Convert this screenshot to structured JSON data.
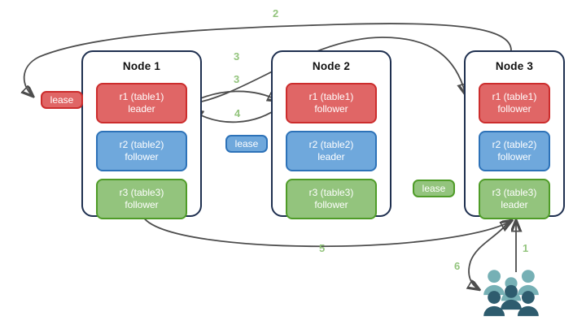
{
  "diagram": {
    "title": "Distributed database lease and range replica routing diagram",
    "colors": {
      "range_red": "#e06666",
      "range_red_border": "#cc2d2d",
      "range_blue": "#6fa8dc",
      "range_blue_border": "#2d72b8",
      "range_green": "#93c47d",
      "range_green_border": "#4f9c28",
      "node_border": "#1f3050",
      "arrow": "#4d4d4d",
      "step_label": "#93c47d",
      "people_back": "#76b0b5",
      "people_front": "#2e5c6e"
    }
  },
  "nodes": [
    {
      "id": "node-1",
      "title": "Node 1",
      "ranges": [
        {
          "id": "r1",
          "line1": "r1 (table1)",
          "line2": "leader",
          "color": "red"
        },
        {
          "id": "r2",
          "line1": "r2 (table2)",
          "line2": "follower",
          "color": "blue"
        },
        {
          "id": "r3",
          "line1": "r3 (table3)",
          "line2": "follower",
          "color": "green"
        }
      ]
    },
    {
      "id": "node-2",
      "title": "Node 2",
      "ranges": [
        {
          "id": "r1",
          "line1": "r1 (table1)",
          "line2": "follower",
          "color": "red"
        },
        {
          "id": "r2",
          "line1": "r2 (table2)",
          "line2": "leader",
          "color": "blue"
        },
        {
          "id": "r3",
          "line1": "r3 (table3)",
          "line2": "follower",
          "color": "green"
        }
      ]
    },
    {
      "id": "node-3",
      "title": "Node 3",
      "ranges": [
        {
          "id": "r1",
          "line1": "r1 (table1)",
          "line2": "follower",
          "color": "red"
        },
        {
          "id": "r2",
          "line1": "r2 (table2)",
          "line2": "follower",
          "color": "blue"
        },
        {
          "id": "r3",
          "line1": "r3 (table3)",
          "line2": "leader",
          "color": "green"
        }
      ]
    }
  ],
  "leases": [
    {
      "id": "lease-r1",
      "label": "lease",
      "color": "red"
    },
    {
      "id": "lease-r2",
      "label": "lease",
      "color": "blue"
    },
    {
      "id": "lease-r3",
      "label": "lease",
      "color": "green"
    }
  ],
  "steps": [
    {
      "id": "step-1",
      "label": "1"
    },
    {
      "id": "step-2",
      "label": "2"
    },
    {
      "id": "step-3a",
      "label": "3"
    },
    {
      "id": "step-3b",
      "label": "3"
    },
    {
      "id": "step-4",
      "label": "4"
    },
    {
      "id": "step-5",
      "label": "5"
    },
    {
      "id": "step-6",
      "label": "6"
    }
  ],
  "actors": {
    "people_icon": "people-group-icon"
  }
}
